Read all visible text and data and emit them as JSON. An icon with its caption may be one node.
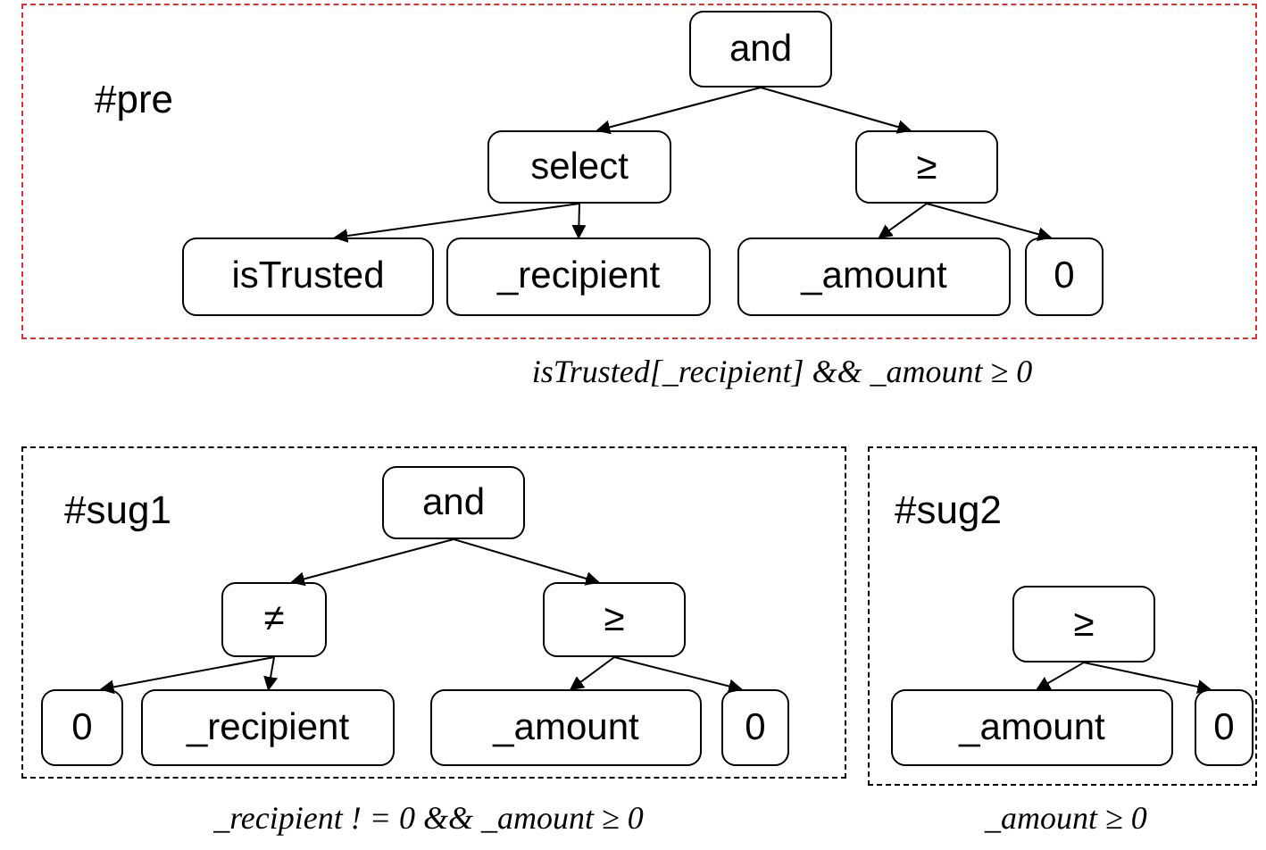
{
  "diagram": {
    "nodes": [
      {
        "text": [
          "#pre"
        ],
        "beside": [
          "isTrusted[_recipient] && _amount ≥ 0"
        ]
      },
      {
        "text": [
          "and"
        ],
        "in": 0
      },
      {
        "text": [
          "select"
        ],
        "in": 0
      },
      {
        "text": [
          "≥"
        ],
        "in": 0
      },
      {
        "text": [
          "isTrusted"
        ],
        "in": 0
      },
      {
        "text": [
          "_recipient"
        ],
        "in": 0
      },
      {
        "text": [
          "_amount"
        ],
        "in": 0
      },
      {
        "text": [
          "0"
        ],
        "in": 0
      },
      {
        "text": [
          "#sug1"
        ],
        "beside": [
          "_recipient ! = 0 && _amount ≥ 0"
        ]
      },
      {
        "text": [
          "and"
        ],
        "in": 8
      },
      {
        "text": [
          "≠"
        ],
        "in": 8
      },
      {
        "text": [
          "≥"
        ],
        "in": 8
      },
      {
        "text": [
          "0"
        ],
        "in": 8
      },
      {
        "text": [
          "_recipient"
        ],
        "in": 8
      },
      {
        "text": [
          "_amount"
        ],
        "in": 8
      },
      {
        "text": [
          "0"
        ],
        "in": 8
      },
      {
        "text": [
          "#sug2"
        ],
        "beside": [
          "_amount ≥ 0"
        ]
      },
      {
        "text": [
          "≥"
        ],
        "in": 16
      },
      {
        "text": [
          "_amount"
        ],
        "in": 16
      },
      {
        "text": [
          "0"
        ],
        "in": 16
      }
    ],
    "edges": [
      {
        "from": 1,
        "to": 2,
        "arrow": "to"
      },
      {
        "from": 1,
        "to": 3,
        "arrow": "to"
      },
      {
        "from": 2,
        "to": 4,
        "arrow": "to"
      },
      {
        "from": 2,
        "to": 5,
        "arrow": "to"
      },
      {
        "from": 3,
        "to": 6,
        "arrow": "to"
      },
      {
        "from": 3,
        "to": 7,
        "arrow": "to"
      },
      {
        "from": 9,
        "to": 10,
        "arrow": "to"
      },
      {
        "from": 9,
        "to": 11,
        "arrow": "to"
      },
      {
        "from": 10,
        "to": 12,
        "arrow": "to"
      },
      {
        "from": 10,
        "to": 13,
        "arrow": "to"
      },
      {
        "from": 11,
        "to": 14,
        "arrow": "to"
      },
      {
        "from": 11,
        "to": 15,
        "arrow": "to"
      },
      {
        "from": 17,
        "to": 18,
        "arrow": "to"
      },
      {
        "from": 17,
        "to": 19,
        "arrow": "to"
      }
    ]
  }
}
